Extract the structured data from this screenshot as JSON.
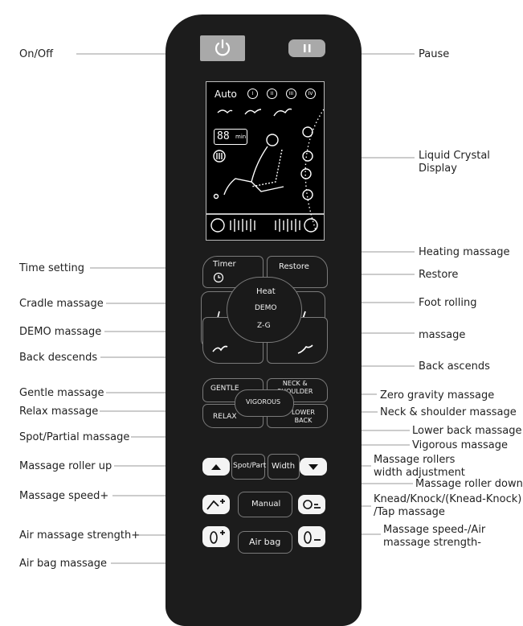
{
  "labels_left": [
    {
      "id": "on-off",
      "text": "On/Off"
    },
    {
      "id": "time-setting",
      "text": "Time setting"
    },
    {
      "id": "cradle-massage",
      "text": "Cradle massage"
    },
    {
      "id": "demo-massage",
      "text": "DEMO massage"
    },
    {
      "id": "back-descends",
      "text": "Back descends"
    },
    {
      "id": "gentle-massage",
      "text": "Gentle massage"
    },
    {
      "id": "relax-massage",
      "text": "Relax massage"
    },
    {
      "id": "spot-partial-massage",
      "text": "Spot/Partial massage"
    },
    {
      "id": "massage-roller-up",
      "text": "Massage roller up"
    },
    {
      "id": "massage-speed-plus",
      "text": "Massage speed+"
    },
    {
      "id": "air-massage-strength-plus",
      "text": "Air massage strength+"
    },
    {
      "id": "air-bag-massage",
      "text": "Air bag massage"
    }
  ],
  "labels_right": [
    {
      "id": "pause",
      "text": "Pause"
    },
    {
      "id": "lcd",
      "text": "Liquid Crystal\nDisplay"
    },
    {
      "id": "heating-massage",
      "text": "Heating massage"
    },
    {
      "id": "restore",
      "text": "Restore"
    },
    {
      "id": "foot-rolling",
      "text": "Foot rolling"
    },
    {
      "id": "massage",
      "text": "massage"
    },
    {
      "id": "back-ascends",
      "text": "Back ascends"
    },
    {
      "id": "zero-gravity-massage",
      "text": "Zero gravity massage"
    },
    {
      "id": "neck-shoulder-massage",
      "text": "Neck & shoulder massage"
    },
    {
      "id": "lower-back-massage",
      "text": "Lower back massage"
    },
    {
      "id": "vigorous-massage",
      "text": "Vigorous massage"
    },
    {
      "id": "rollers-width-adjustment",
      "text": "Massage rollers\nwidth adjustment"
    },
    {
      "id": "massage-roller-down",
      "text": "Massage roller down"
    },
    {
      "id": "knead-knock-tap",
      "text": "Knead/Knock/(Knead-Knock)\n/Tap massage"
    },
    {
      "id": "speed-minus-air-minus",
      "text": "Massage speed-/Air\nmassage strength-"
    }
  ],
  "lcd": {
    "mode": "Auto",
    "program_numerals": [
      "I",
      "II",
      "III",
      "IV"
    ],
    "timer_digits": "88",
    "timer_unit": "min"
  },
  "buttons": {
    "timer": "Timer",
    "restore": "Restore",
    "heat": "Heat",
    "demo": "DEMO",
    "zg": "Z-G",
    "gentle": "GENTLE",
    "neck_shoulder": "NECK &\nSHOULDER",
    "vigorous": "VIGOROUS",
    "relax": "RELAX",
    "lower_back": "LOWER\nBACK",
    "spot_part": "Spot/Part",
    "width": "Width",
    "manual": "Manual",
    "air_bag": "Air bag"
  },
  "colors": {
    "remote_body": "#1c1c1c",
    "power_button_bg": "#a9a9a9",
    "pause_button_bg": "#a9a9a9",
    "key_border": "#7a7a7a",
    "white_key": "#f4f4f4",
    "leader_line": "#9a9a9a"
  },
  "icons": {
    "power": "power-icon",
    "pause": "pause-icon",
    "clock": "clock-icon",
    "up": "arrow-up-icon",
    "down": "arrow-down-icon"
  }
}
